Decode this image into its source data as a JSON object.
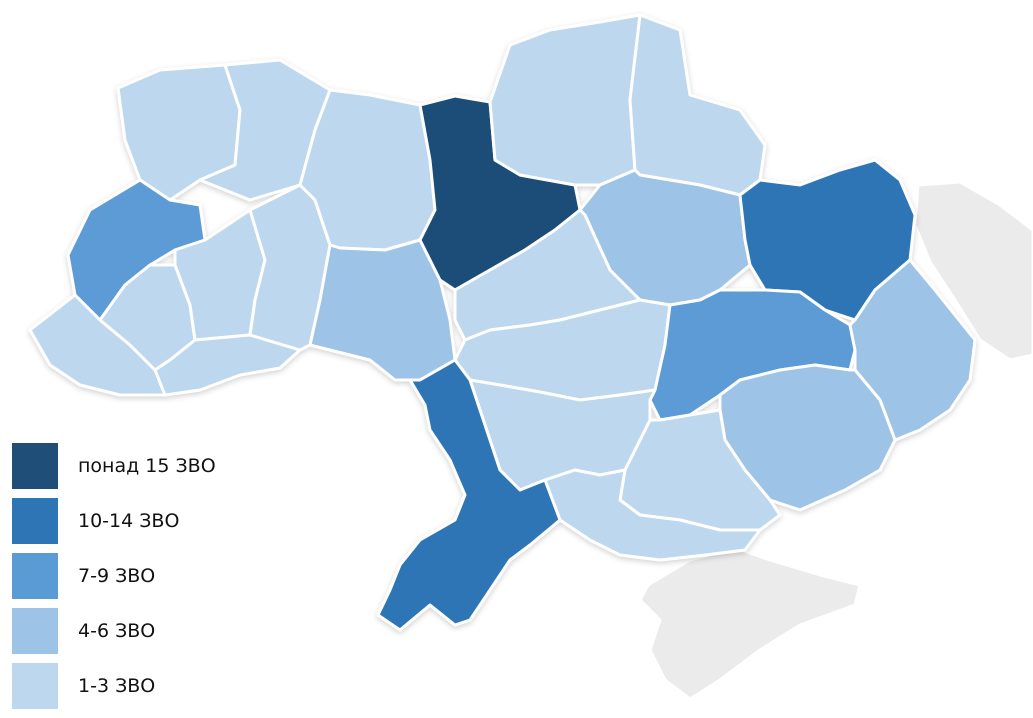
{
  "map": {
    "classes": [
      {
        "id": "c5",
        "label": "понад 15 ЗВО",
        "color": "#1f4e79"
      },
      {
        "id": "c4",
        "label": "10-14 ЗВО",
        "color": "#2e75b6"
      },
      {
        "id": "c3",
        "label": "7-9 ЗВО",
        "color": "#5b9bd5"
      },
      {
        "id": "c2",
        "label": "4-6 ЗВО",
        "color": "#9dc3e6"
      },
      {
        "id": "c1",
        "label": "1-3 ЗВО",
        "color": "#bdd7ee"
      }
    ],
    "neutral_color": "#ebebeb"
  }
}
